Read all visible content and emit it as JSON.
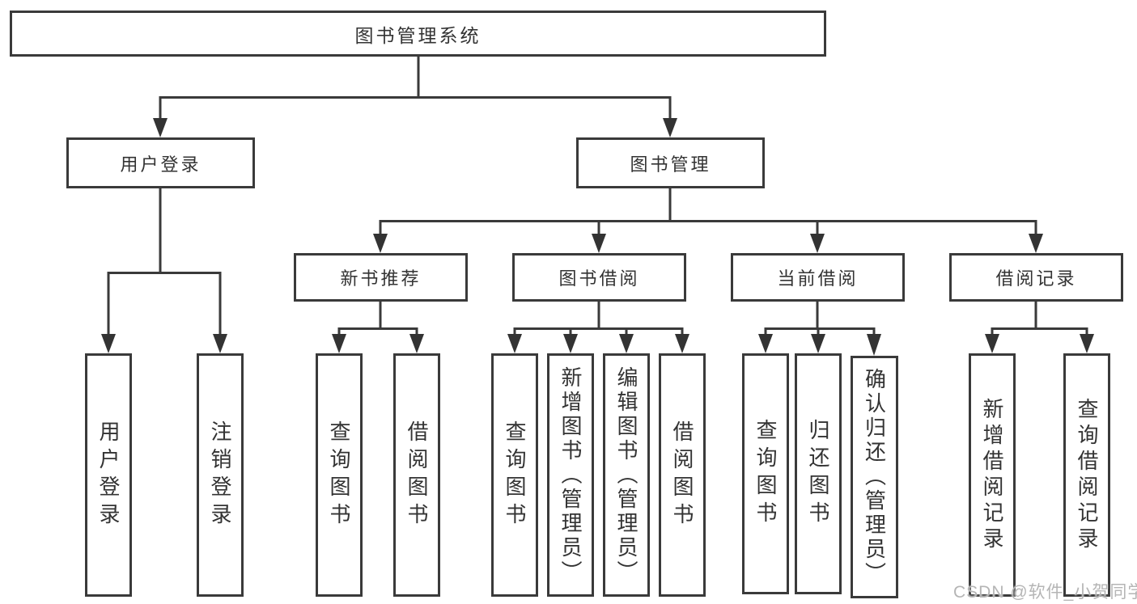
{
  "diagram": {
    "title": "图书管理系统",
    "level2": {
      "user_login": "用户登录",
      "book_management": "图书管理"
    },
    "level3": {
      "new_books": "新书推荐",
      "book_borrow": "图书借阅",
      "current_borrow": "当前借阅",
      "borrow_records": "借阅记录"
    },
    "leaves": {
      "user_login": [
        "用户登录",
        "注销登录"
      ],
      "new_books": [
        "查询图书",
        "借阅图书"
      ],
      "book_borrow": [
        "查询图书",
        "新增图书（管理员）",
        "编辑图书（管理员）",
        "借阅图书"
      ],
      "current_borrow": [
        "查询图书",
        "归还图书",
        "确认归还（管理员）"
      ],
      "borrow_records": [
        "新增借阅记录",
        "查询借阅记录"
      ]
    }
  },
  "watermark": {
    "text": "CSDN @软件_小贺同学"
  },
  "colors": {
    "line": "#3a3a3a",
    "text": "#333333",
    "watermark": "#b5b5b5",
    "background": "#ffffff"
  }
}
